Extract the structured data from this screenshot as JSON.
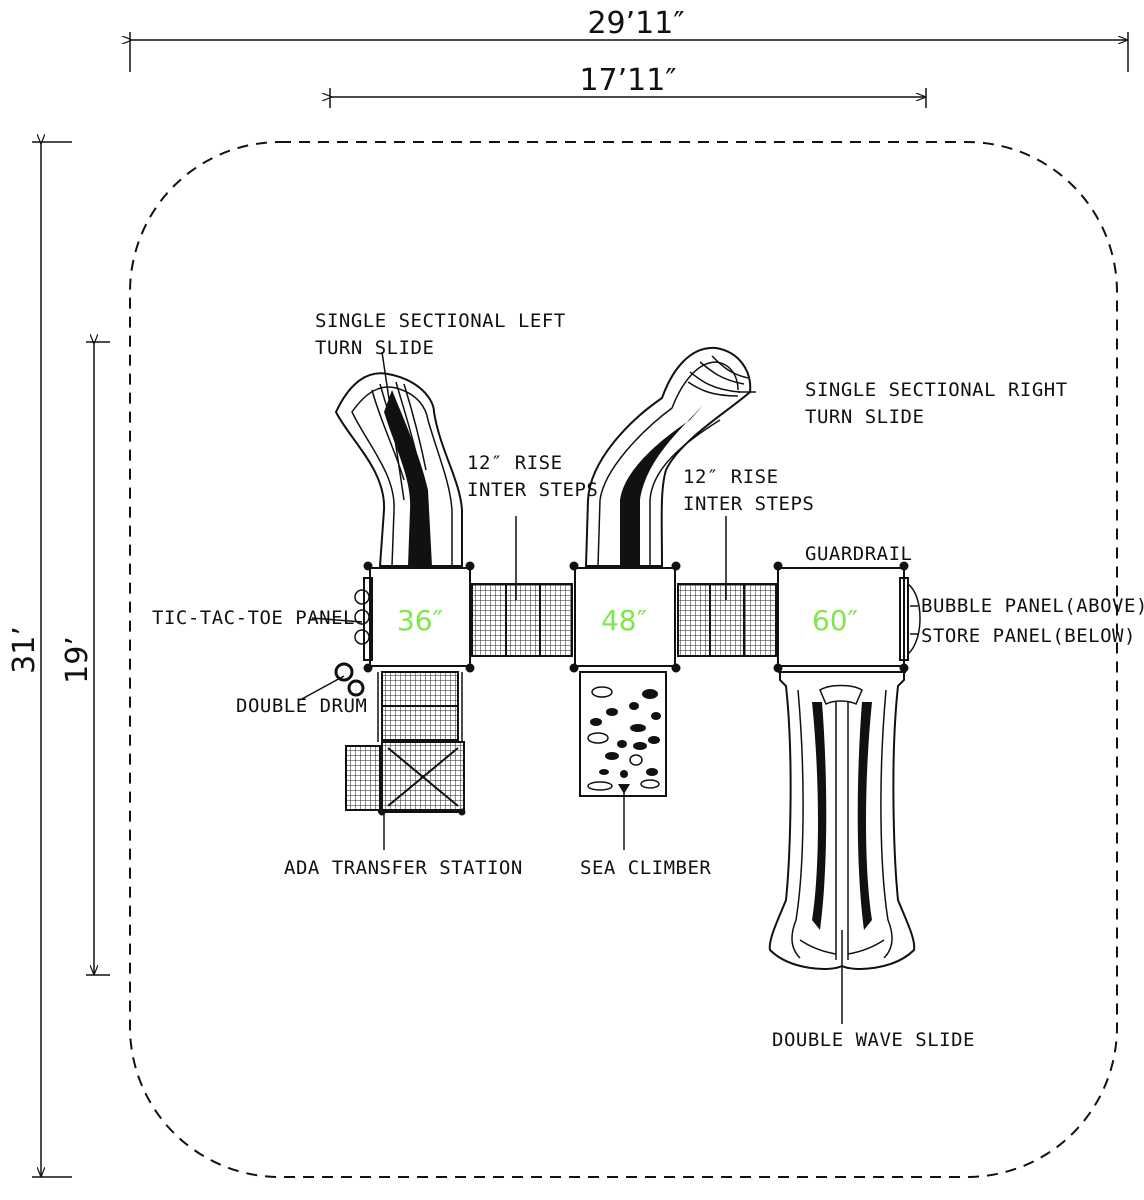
{
  "colors": {
    "line": "#111111",
    "deck_height_text": "#7ee84a"
  },
  "dimensions": {
    "overall_width": "29’11″",
    "structure_width": "17’11″",
    "overall_depth": "31’",
    "structure_depth": "19’"
  },
  "decks": {
    "deck_1": "36″",
    "deck_2": "48″",
    "deck_3": "60″"
  },
  "labels": {
    "left_slide": [
      "SINGLE SECTIONAL LEFT",
      "TURN SLIDE"
    ],
    "right_slide": [
      "SINGLE SECTIONAL RIGHT",
      "TURN SLIDE"
    ],
    "steps_1": [
      "12″ RISE",
      "INTER STEPS"
    ],
    "steps_2": [
      "12″ RISE",
      "INTER STEPS"
    ],
    "guardrail": "GUARDRAIL",
    "bubble_panel": "BUBBLE PANEL(ABOVE)",
    "store_panel": "STORE PANEL(BELOW)",
    "tic_tac_toe": "TIC-TAC-TOE PANEL",
    "double_drum": "DOUBLE DRUM",
    "ada_transfer": "ADA TRANSFER STATION",
    "sea_climber": "SEA CLIMBER",
    "double_wave": "DOUBLE WAVE SLIDE"
  }
}
